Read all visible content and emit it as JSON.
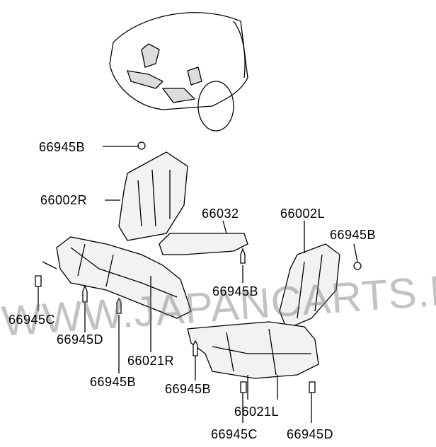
{
  "watermark": "WWW.JAPANCARTS.RU",
  "labels": {
    "clip_top": "66945B",
    "splash_r": "66002R",
    "bracket": "66032",
    "splash_l": "66002L",
    "clip_right": "66945B",
    "clip_mid": "66945B",
    "clip_c_left": "66945C",
    "clip_d_left": "66945D",
    "cover_r": "66021R",
    "clip_b_left": "66945B",
    "clip_b_center": "66945B",
    "cover_l": "66021L",
    "clip_c_bottom": "66945C",
    "clip_d_bottom": "66945D"
  }
}
